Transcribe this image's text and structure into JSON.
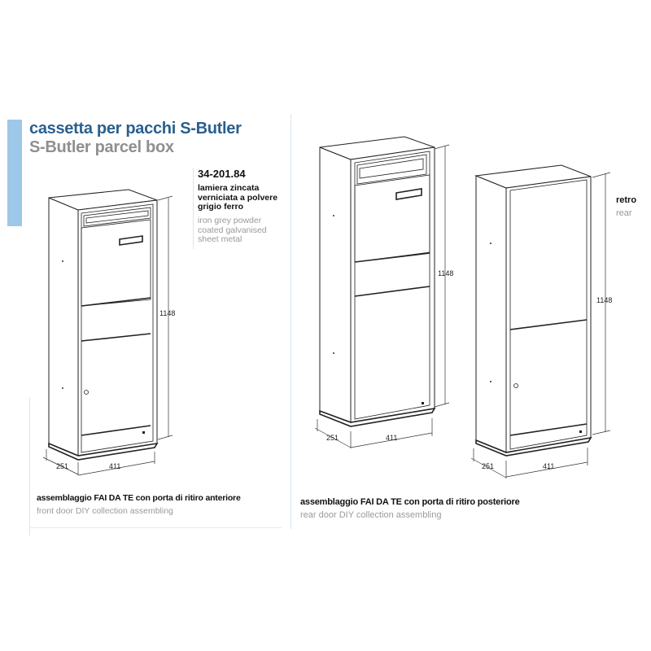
{
  "header": {
    "title_it": "cassetta per pacchi S-Butler",
    "title_en": "S-Butler parcel box",
    "accent_color": "#9dc8e8",
    "title_color": "#2a5f8f"
  },
  "product": {
    "code": "34-201.84",
    "description_it": "lamiera zincata verniciata a polvere grigio ferro",
    "description_en": "iron grey powder coated galvanised sheet metal"
  },
  "drawings": [
    {
      "id": "front-door-model",
      "dimensions": {
        "height": "1148",
        "depth": "251",
        "width": "411"
      },
      "caption_it": "assemblaggio FAI DA TE con porta di ritiro anteriore",
      "caption_en": "front door DIY collection assembling"
    },
    {
      "id": "rear-door-model-front-view",
      "dimensions": {
        "height": "1148",
        "depth": "251",
        "width": "411"
      }
    },
    {
      "id": "rear-door-model-rear-view",
      "dimensions": {
        "height": "1148",
        "depth": "251",
        "width": "411"
      },
      "label_it": "retro",
      "label_en": "rear"
    }
  ],
  "right_caption": {
    "caption_it": "assemblaggio FAI DA TE con porta di ritiro posteriore",
    "caption_en": "rear door DIY collection assembling"
  }
}
